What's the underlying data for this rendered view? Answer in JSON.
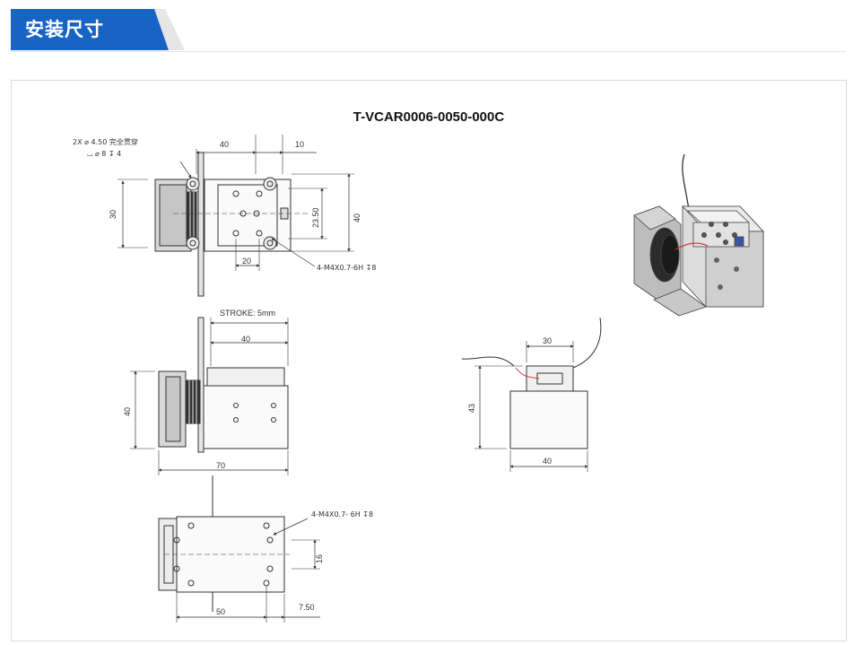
{
  "header": {
    "title": "安装尺寸",
    "accent": "#1764c4"
  },
  "drawing": {
    "model": "T-VCAR0006-0050-000C",
    "top_view": {
      "hole_note_1": "2X ⌀ 4.50 完全贯穿",
      "hole_note_2": "⌴ ⌀ 8 ↧ 4",
      "dim_top_40": "40",
      "dim_top_10": "10",
      "dim_left_30": "30",
      "dim_right_23_50": "23.50",
      "dim_right_40": "40",
      "dim_bottom_20": "20",
      "tap_note": "4-M4X0.7-6H ↧8"
    },
    "side_view": {
      "stroke": "STROKE: 5mm",
      "dim_top_40": "40",
      "dim_left_40": "40",
      "dim_bottom_70": "70"
    },
    "end_view": {
      "dim_top_30": "30",
      "dim_left_43": "43",
      "dim_bottom_40": "40"
    },
    "bottom_view": {
      "tap_note": "4-M4X0.7- 6H ↧8",
      "dim_right_16": "16",
      "dim_bottom_50": "50",
      "dim_bottom_7_50": "7.50"
    }
  }
}
